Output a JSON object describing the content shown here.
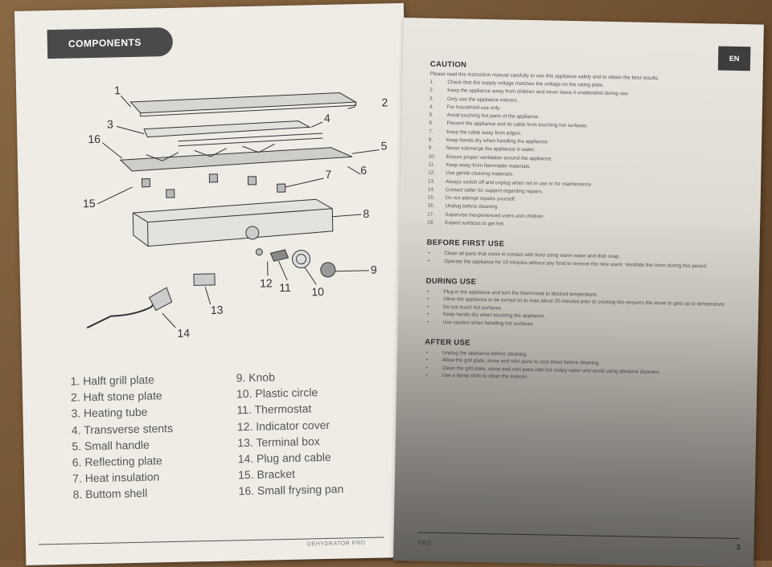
{
  "left_page": {
    "tab_title": "COMPONENTS",
    "callouts": [
      "1",
      "2",
      "3",
      "4",
      "16",
      "5",
      "6",
      "7",
      "15",
      "8",
      "9",
      "12",
      "11",
      "10",
      "13",
      "14"
    ],
    "parts_col1": [
      "1. Halft grill plate",
      "2. Haft stone plate",
      "3. Heating tube",
      "4. Transverse stents",
      "5. Small handle",
      "6. Reflecting plate",
      "7. Heat insulation",
      "8. Buttom shell"
    ],
    "parts_col2": [
      "9. Knob",
      "10. Plastic circle",
      "11. Thermostat",
      "12. Indicator cover",
      "13. Terminal box",
      "14. Plug and cable",
      "15. Bracket",
      "16. Small frysing pan"
    ],
    "footer_text": "DEHYDRATOR PRO"
  },
  "right_page": {
    "lang_tab": "EN",
    "caution_title": "CAUTION",
    "caution_intro": "Please read this instruction manual carefully to use this appliance safely and to obtain the best results.",
    "caution_items": [
      {
        "n": "1.",
        "t": "Check that the supply voltage matches the voltage on the rating plate."
      },
      {
        "n": "2.",
        "t": "Keep the appliance away from children and never leave it unattended during use."
      },
      {
        "n": "3.",
        "t": "Only use the appliance indoors."
      },
      {
        "n": "4.",
        "t": "For household use only."
      },
      {
        "n": "5.",
        "t": "Avoid touching hot parts of the appliance."
      },
      {
        "n": "6.",
        "t": "Prevent the appliance and its cable from touching hot surfaces."
      },
      {
        "n": "7.",
        "t": "Keep the cable away from edges."
      },
      {
        "n": "8.",
        "t": "Keep hands dry when handling the appliance."
      },
      {
        "n": "9.",
        "t": "Never submerge the appliance in water."
      },
      {
        "n": "10.",
        "t": "Ensure proper ventilation around the appliance."
      },
      {
        "n": "11.",
        "t": "Keep away from flammable materials."
      },
      {
        "n": "12.",
        "t": "Use gentle cleaning materials."
      },
      {
        "n": "13.",
        "t": "Always switch off and unplug when not in use or for maintenance."
      },
      {
        "n": "14.",
        "t": "Contact seller for support regarding repairs."
      },
      {
        "n": "15.",
        "t": "Do not attempt repairs yourself."
      },
      {
        "n": "16.",
        "t": "Unplug before cleaning."
      },
      {
        "n": "17.",
        "t": "Supervise inexperienced users and children."
      },
      {
        "n": "18.",
        "t": "Expect surfaces to get hot."
      }
    ],
    "before_title": "BEFORE FIRST USE",
    "before_items": [
      "Clean all parts that come in contact with food using warm water and dish soap.",
      "Operate the appliance for 10 minutes without any food to remove the new scent. Ventilate the room during this period."
    ],
    "during_title": "DURING USE",
    "during_items": [
      "Plug in the appliance and turn the thermostat to desired temperature.",
      "Allow the appliance to be turned on to max about 20 minutes prior to cooking this ensures the stone to gets up to temperature.",
      "Do not touch hot surfaces.",
      "Keep hands dry when touching the appliance.",
      "Use caution when handling hot surfaces."
    ],
    "after_title": "AFTER USE",
    "after_items": [
      "Unplug the appliance before cleaning.",
      "Allow the grill plate, stone and mini pans to cool down before cleaning.",
      "Clean the grill plate, stone and mini pans with hot soapy water and avoid using abrasive cleaners.",
      "Use a damp cloth to clean the exterior."
    ],
    "brand": "nea",
    "page_number": "3"
  },
  "colors": {
    "tab_bg": "#4a4a4a",
    "en_tab_bg": "#3d3d3d",
    "paper": "#efece6",
    "text": "#555555"
  }
}
